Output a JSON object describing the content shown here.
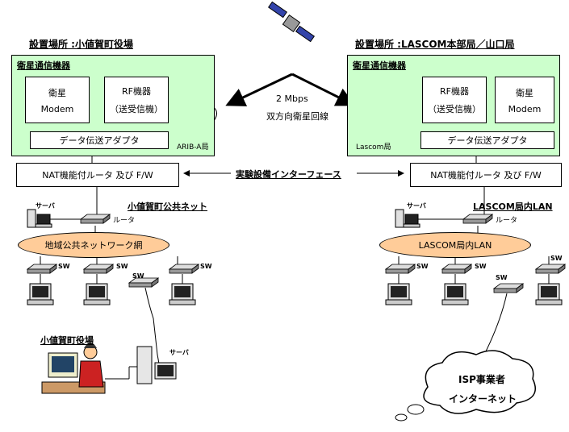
{
  "sites": {
    "left_title": "設置場所 :小値賀町役場",
    "right_title": "設置場所 :LASCOM本部局／山口局"
  },
  "satellite_box": {
    "label": "衛星通信機器",
    "modem_line1": "衛星",
    "modem_line2": "Modem",
    "rf_line1": "RF機器",
    "rf_line2": "（送受信機）",
    "adapter": "データ伝送アダプタ",
    "left_station": "ARIB-A局",
    "right_station": "Lascom局"
  },
  "link": {
    "speed": "2 Mbps",
    "type": "双方向衛星回線"
  },
  "router": {
    "label": "NAT機能付ルータ 及び F/W",
    "interface": "実験設備インターフェース"
  },
  "networks": {
    "left_title": "小値賀町公共ネット",
    "left_core": "地域公共ネットワーク網",
    "right_title": "LASCOM局内LAN",
    "right_core": "LASCOM局内LAN",
    "server": "サーバ",
    "router_label": "ルータ",
    "sw": "SW"
  },
  "office": {
    "title": "小値賀町役場",
    "server": "サーバ"
  },
  "isp": {
    "line1": "ISP事業者",
    "line2": "インターネット"
  },
  "colors": {
    "green_fill": "#ccffcc",
    "yellow_fill": "#ffff99",
    "ellipse_fill": "#ffcc99"
  }
}
